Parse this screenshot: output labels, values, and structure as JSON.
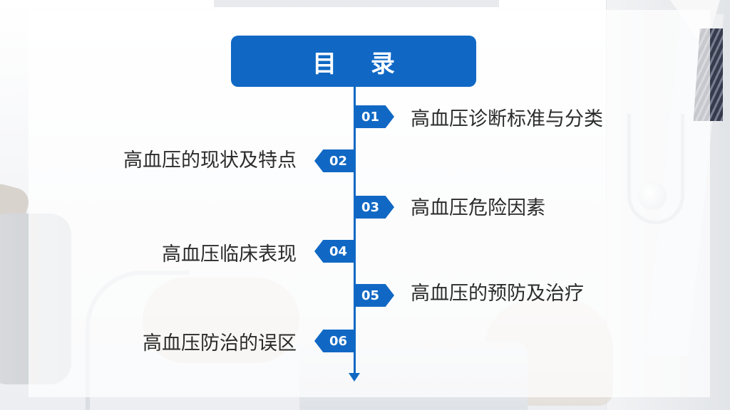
{
  "title": "目 录",
  "colors": {
    "accent": "#1068c4",
    "text": "#2b2b2b",
    "tag_text": "#ffffff"
  },
  "items": [
    {
      "number": "01",
      "label": "高血压诊断标准与分类",
      "side": "right"
    },
    {
      "number": "02",
      "label": "高血压的现状及特点",
      "side": "left"
    },
    {
      "number": "03",
      "label": "高血压危险因素",
      "side": "right"
    },
    {
      "number": "04",
      "label": "高血压临床表现",
      "side": "left"
    },
    {
      "number": "05",
      "label": "高血压的预防及治疗",
      "side": "right"
    },
    {
      "number": "06",
      "label": "高血压防治的误区",
      "side": "left"
    }
  ]
}
